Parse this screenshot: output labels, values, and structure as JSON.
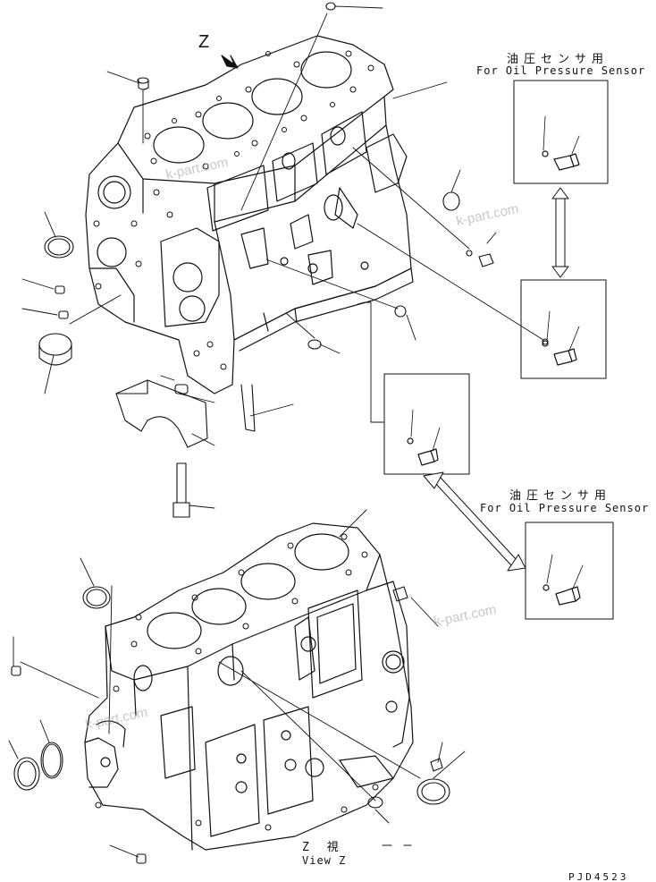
{
  "labels": {
    "z_marker": "Z",
    "sensor_jp_top": "油圧センサ用",
    "sensor_en_top": "For Oil Pressure Sensor",
    "sensor_jp_bottom": "油圧センサ用",
    "sensor_en_bottom": "For Oil Pressure Sensor",
    "view_z_jp": "Z 視",
    "view_z_en": "View Z",
    "drawing_code": "PJD4523"
  },
  "watermark": {
    "text": "k-part.com"
  }
}
